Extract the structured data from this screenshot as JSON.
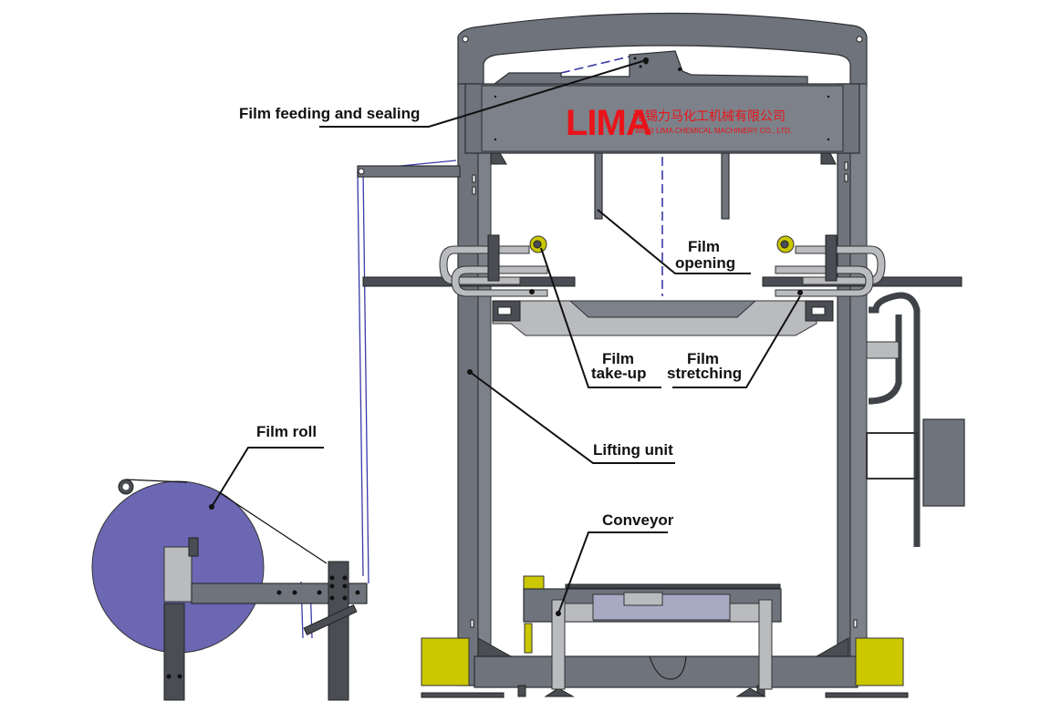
{
  "diagram": {
    "subject": "Stretch hood packaging machine",
    "logo": {
      "brand": "LIMA",
      "company_cn": "无锡力马化工机械有限公司",
      "company_en": "WUXI LIMA CHEMICAL MACHINERY CO., LTD."
    },
    "labels": {
      "film_feeding_sealing": "Film feeding and sealing",
      "film_opening_1": "Film",
      "film_opening_2": "opening",
      "film_takeup_1": "Film",
      "film_takeup_2": "take-up",
      "film_stretching_1": "Film",
      "film_stretching_2": "stretching",
      "lifting_unit": "Lifting unit",
      "film_roll": "Film roll",
      "conveyor": "Conveyor"
    },
    "colors": {
      "frame": "#6f737b",
      "film_roll": "#6b67b3",
      "safety_yellow": "#cbc800",
      "logo_red": "#e8141a",
      "film_line": "#3a3aa8"
    }
  }
}
